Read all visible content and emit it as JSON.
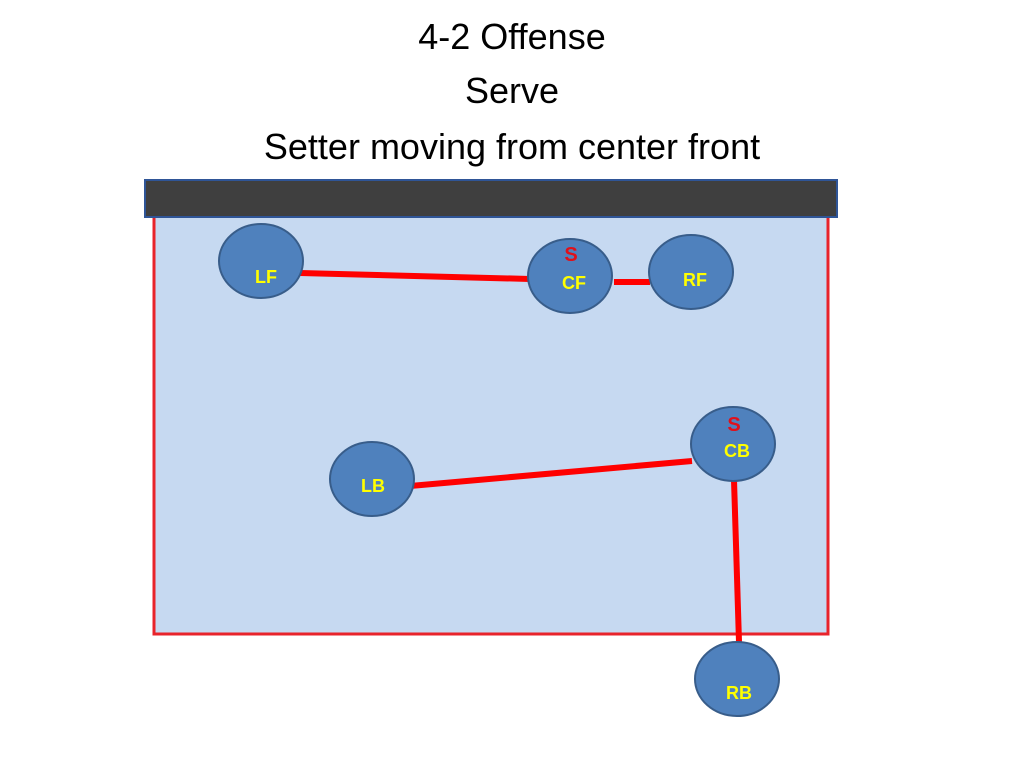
{
  "slide": {
    "title_line1": "4-2 Offense",
    "title_line2": "Serve",
    "title_line3": "Setter moving from center front"
  },
  "colors": {
    "court_fill": "#c6d9f1",
    "court_border": "#e8232b",
    "net": "#3f3f3f",
    "net_border": "#2f5597",
    "player_fill": "#4f81bd",
    "player_border": "#385d8a",
    "label_yellow": "#ffff00",
    "setter_red": "#e0101a",
    "connector": "#ff0000"
  },
  "players": {
    "lf": {
      "label": "LF"
    },
    "cf": {
      "label": "CF",
      "marker": "S"
    },
    "rf": {
      "label": "RF"
    },
    "lb": {
      "label": "LB"
    },
    "cb": {
      "label": "CB",
      "marker": "S"
    },
    "rb": {
      "label": "RB"
    }
  }
}
